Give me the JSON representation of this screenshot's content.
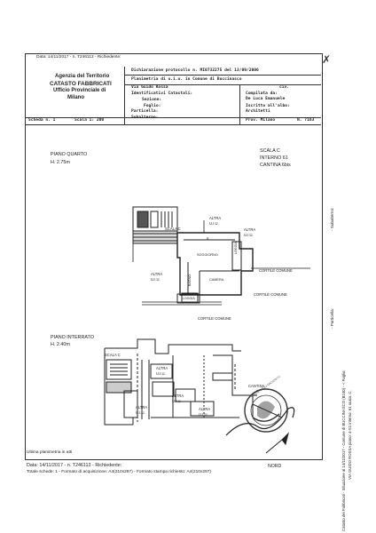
{
  "header": {
    "top_date": "Data: 14/11/2017 - n. T246113 - Richiedente:",
    "signature_mark": "✗",
    "agency_line1": "Agenzia del Territorio",
    "agency_line2": "CATASTO FABBRICATI",
    "agency_line3": "Ufficio Provinciale di",
    "agency_line4": "Milano",
    "dichiarazione": "Dichiarazione protocollo n. MI0732275 del 13/09/2006",
    "planimetria": "Planimetria di u.i.u. in Comune di Buccinasco",
    "address": "Via Guido Rossa",
    "civ": "civ.",
    "id_catastali": "Identificativi Catastali:",
    "sezione": "Sezione:",
    "foglio": "Foglio:",
    "particella": "Particella:",
    "subalterno": "Subalterno:",
    "compilata_da": "Compilata da:",
    "compilatore": "De Luca Emanuele",
    "iscritto": "Iscritto all'albo:",
    "albo": "Architetti",
    "prov": "Prov. Milano",
    "numero": "N. 7163",
    "scheda": "Scheda n. 1",
    "scala": "Scala 1: 200"
  },
  "plan": {
    "piano_quarto": "PIANO QUARTO",
    "h_quarto": "H. 2.75m",
    "scala_c": "SCALA  C",
    "interno": "INTERNO 61",
    "cantina": "CANTINA 6bis",
    "scala_c_small": "SCALA C",
    "altra": "ALTRA",
    "uiu": "U.I.U.",
    "k": "K",
    "loggia": "LOGGIA",
    "soggiorno": "SOGGIORNO",
    "camera": "CAMERA",
    "bagno": "BAGNO",
    "cortile_comune": "CORTILE COMUNE",
    "piano_interrato": "PIANO INTERRATO",
    "h_interrato": "H. 2.40m",
    "cantina_label": "CANTINA",
    "nord": "NORD",
    "stamp_text": "ORDINE DEGLI ARCHITETTI"
  },
  "footer": {
    "ultima": "Ultima planimetria in atti",
    "data_line": "Data: 14/11/2017 - n. T246113 - Richiedente:",
    "totale": "Totale schede: 1 - Formato di acquisizione: A4(210x297) - Formato stampa richiesto: A4(210x297)"
  },
  "side": {
    "sub": "- Subalterno: ",
    "part": "- Particella:",
    "vertical1": "Catasto dei Fabbricati - Situazione al 14/11/2017 - Comune di BUCCINASCO (B240) - < Foglio:",
    "vertical2": "VIA GUIDO ROSSA piano: 4-S1 interno: 61 scala: C;"
  }
}
